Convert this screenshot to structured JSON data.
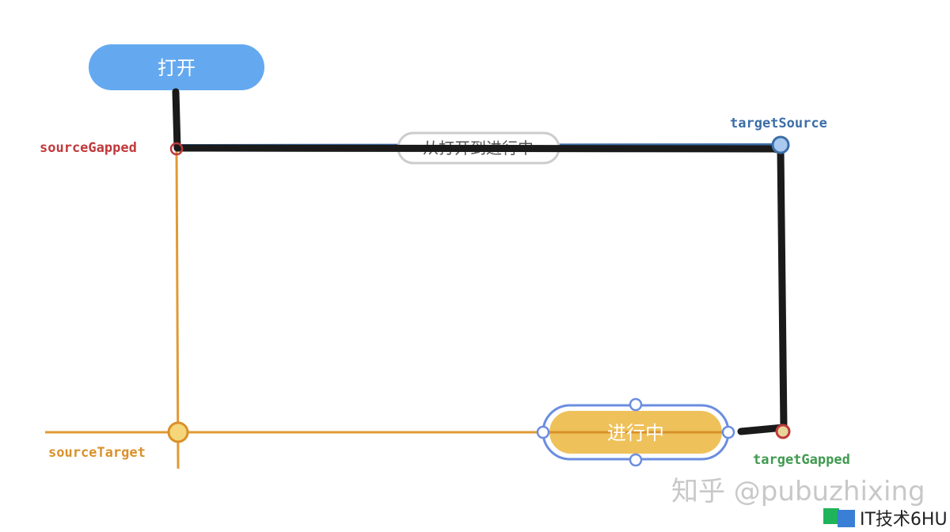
{
  "nodes": {
    "open": {
      "label": "打开",
      "color": "#64a9f0"
    },
    "in_progress": {
      "label": "进行中",
      "color": "#eec15a",
      "border": "#6b8de0"
    }
  },
  "edge": {
    "label": "从打开到进行中"
  },
  "points": {
    "source_gapped": {
      "label": "sourceGapped",
      "color": "#c0393b"
    },
    "target_source": {
      "label": "targetSource",
      "color": "#3c6ea8"
    },
    "target_gapped": {
      "label": "targetGapped",
      "color": "#3f9a4f"
    },
    "source_target": {
      "label": "sourceTarget",
      "color": "#d9912a"
    }
  },
  "watermark": {
    "text": "知乎 @pubuzhixing",
    "badge": "IT技术6HU"
  }
}
